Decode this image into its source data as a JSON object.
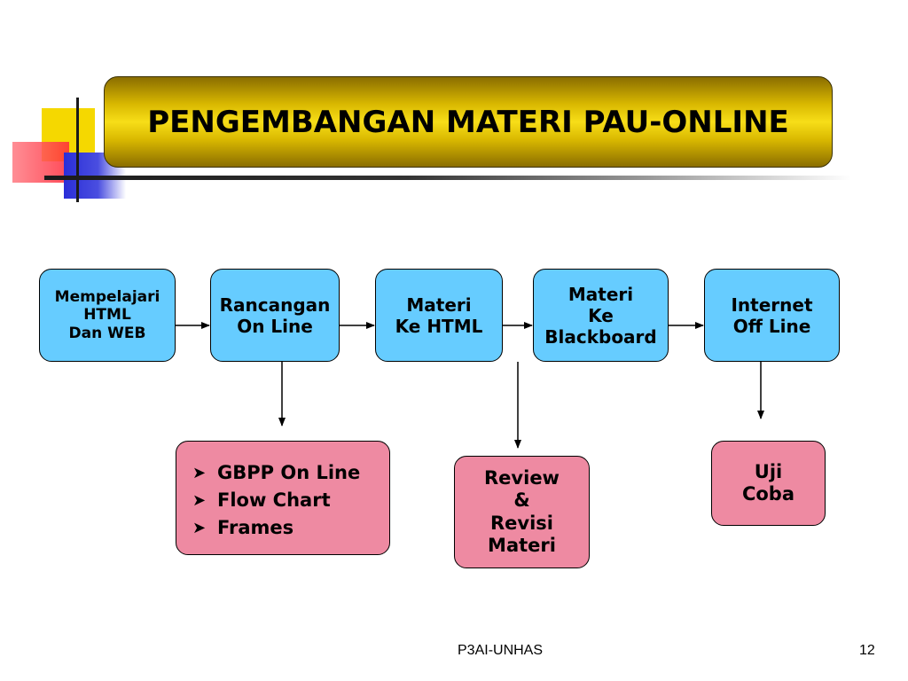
{
  "title": "PENGEMBANGAN MATERI PAU-ONLINE",
  "nodes": {
    "mempelajari": [
      "Mempelajari",
      "HTML",
      "Dan WEB"
    ],
    "rancangan": [
      "Rancangan",
      "On Line"
    ],
    "materi_html": [
      "Materi",
      "Ke HTML"
    ],
    "materi_blackboard": [
      "Materi",
      "Ke",
      "Blackboard"
    ],
    "internet": [
      "Internet",
      "Off Line"
    ],
    "gbpp_list": [
      "GBPP On Line",
      "Flow Chart",
      "Frames"
    ],
    "review": [
      "Review",
      "&",
      "Revisi",
      "Materi"
    ],
    "uji_coba": [
      "Uji",
      "Coba"
    ]
  },
  "footer": {
    "center": "P3AI-UNHAS",
    "page": "12"
  },
  "colors": {
    "process_box": "#66ccff",
    "output_box": "#ee8aa2",
    "banner": "#f7de18"
  },
  "icons": {
    "bullet": "arrowhead-bullet-icon"
  }
}
